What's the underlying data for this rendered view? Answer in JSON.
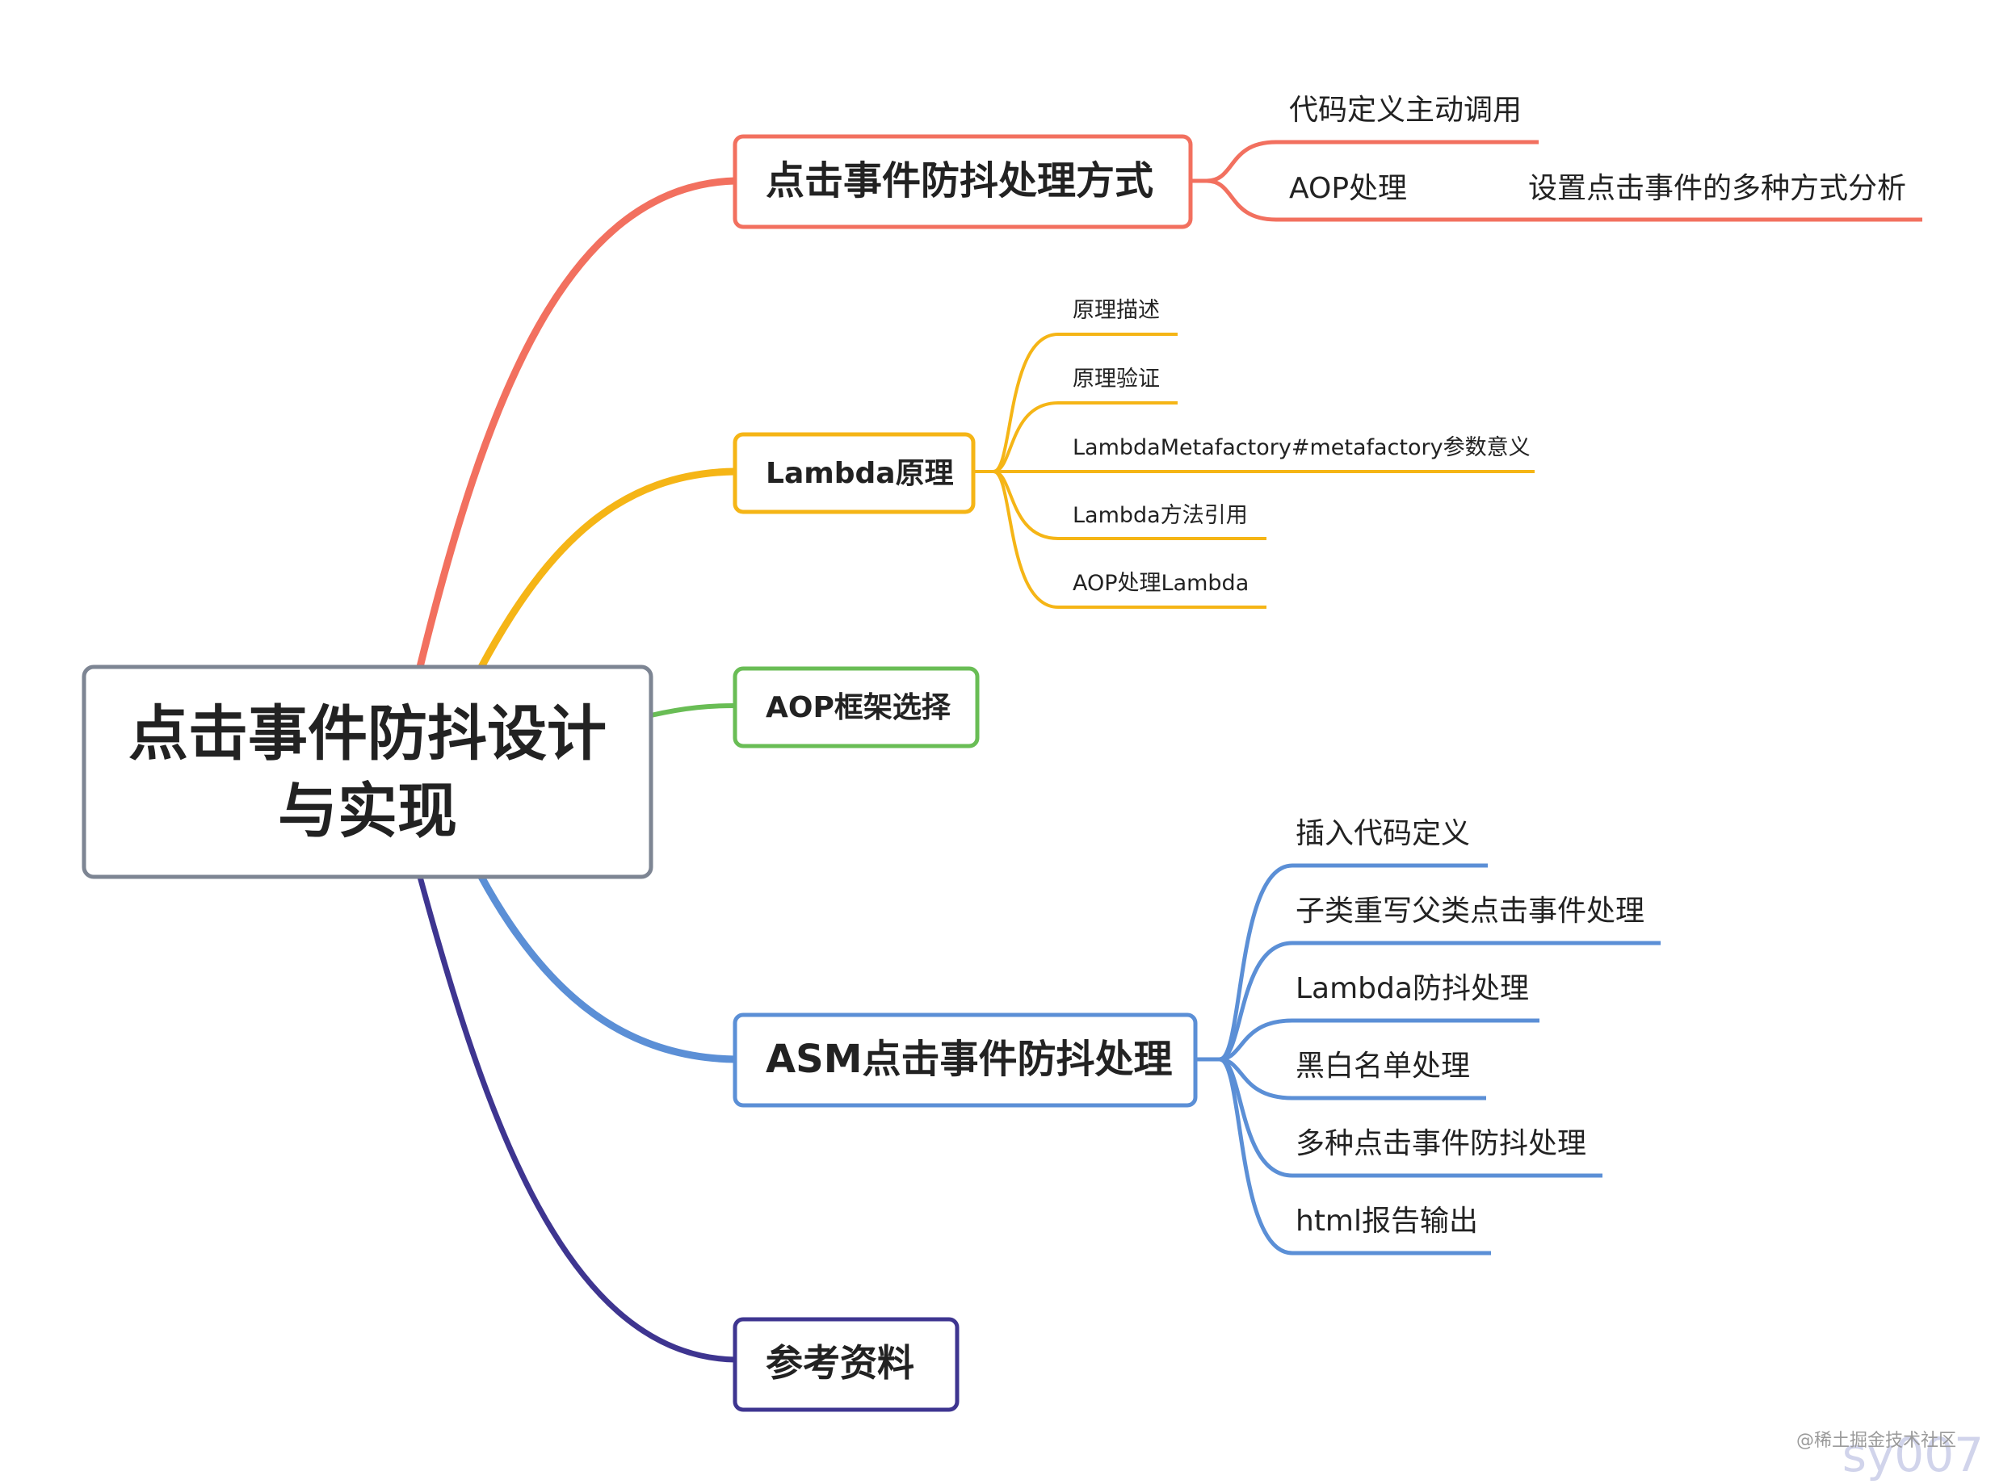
{
  "colors": {
    "root": "#7d8593",
    "branch1": "#f2705f",
    "branch2": "#f5b516",
    "branch3": "#69bd55",
    "branch4": "#5b8fd6",
    "branch5": "#3e3590",
    "text": "#222222"
  },
  "root": {
    "line1": "点击事件防抖设计",
    "line2": "与实现"
  },
  "branches": [
    {
      "label": "点击事件防抖处理方式",
      "children": [
        "代码定义主动调用",
        "AOP处理"
      ],
      "sub": "设置点击事件的多种方式分析"
    },
    {
      "label": "Lambda原理",
      "children": [
        "原理描述",
        "原理验证",
        "LambdaMetafactory#metafactory参数意义",
        "Lambda方法引用",
        "AOP处理Lambda"
      ]
    },
    {
      "label": "AOP框架选择",
      "children": []
    },
    {
      "label": "ASM点击事件防抖处理",
      "children": [
        "插入代码定义",
        "子类重写父类点击事件处理",
        "Lambda防抖处理",
        "黑白名单处理",
        "多种点击事件防抖处理",
        "html报告输出"
      ]
    },
    {
      "label": "参考资料",
      "children": []
    }
  ],
  "watermark": {
    "site": "@稀土掘金技术社区",
    "user": "sy007"
  }
}
